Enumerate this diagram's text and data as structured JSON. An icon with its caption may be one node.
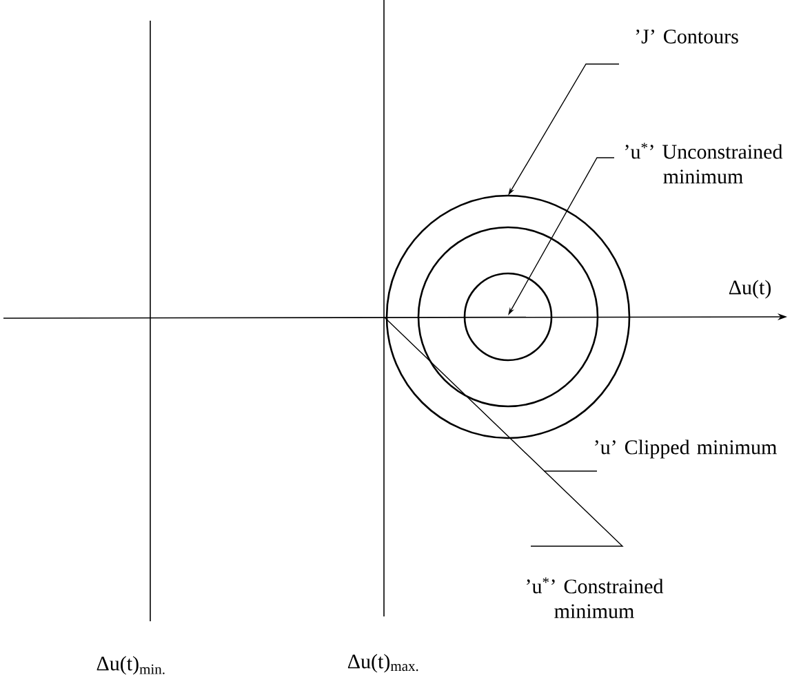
{
  "diagram": {
    "nodes": [
      {
        "text": [
          "’J’ Contours"
        ]
      },
      {
        "text": [
          "’u$^{*}$’ Unconstrained minimum"
        ]
      },
      {
        "text": [
          "’u’ Clipped minimum"
        ]
      },
      {
        "text": [
          "’u$^{*}$’ Constrained minimum"
        ]
      },
      {
        "text": [],
        "shape": "circle"
      },
      {
        "text": [],
        "shape": "circle",
        "in": 4
      },
      {
        "text": [],
        "shape": "circle",
        "in": 5
      }
    ],
    "edges": [
      {
        "from": 0,
        "to": 4,
        "arrow": "to"
      },
      {
        "from": 1,
        "to": 6,
        "arrow": "to"
      },
      {
        "from": 2,
        "to": null,
        "arrow": "none"
      },
      {
        "from": 3,
        "to": 4,
        "arrow": "none"
      }
    ],
    "labels": [
      "Δu(t)",
      "Δu(t)$_{min.}$",
      "Δu(t)$_{max.}$"
    ]
  }
}
